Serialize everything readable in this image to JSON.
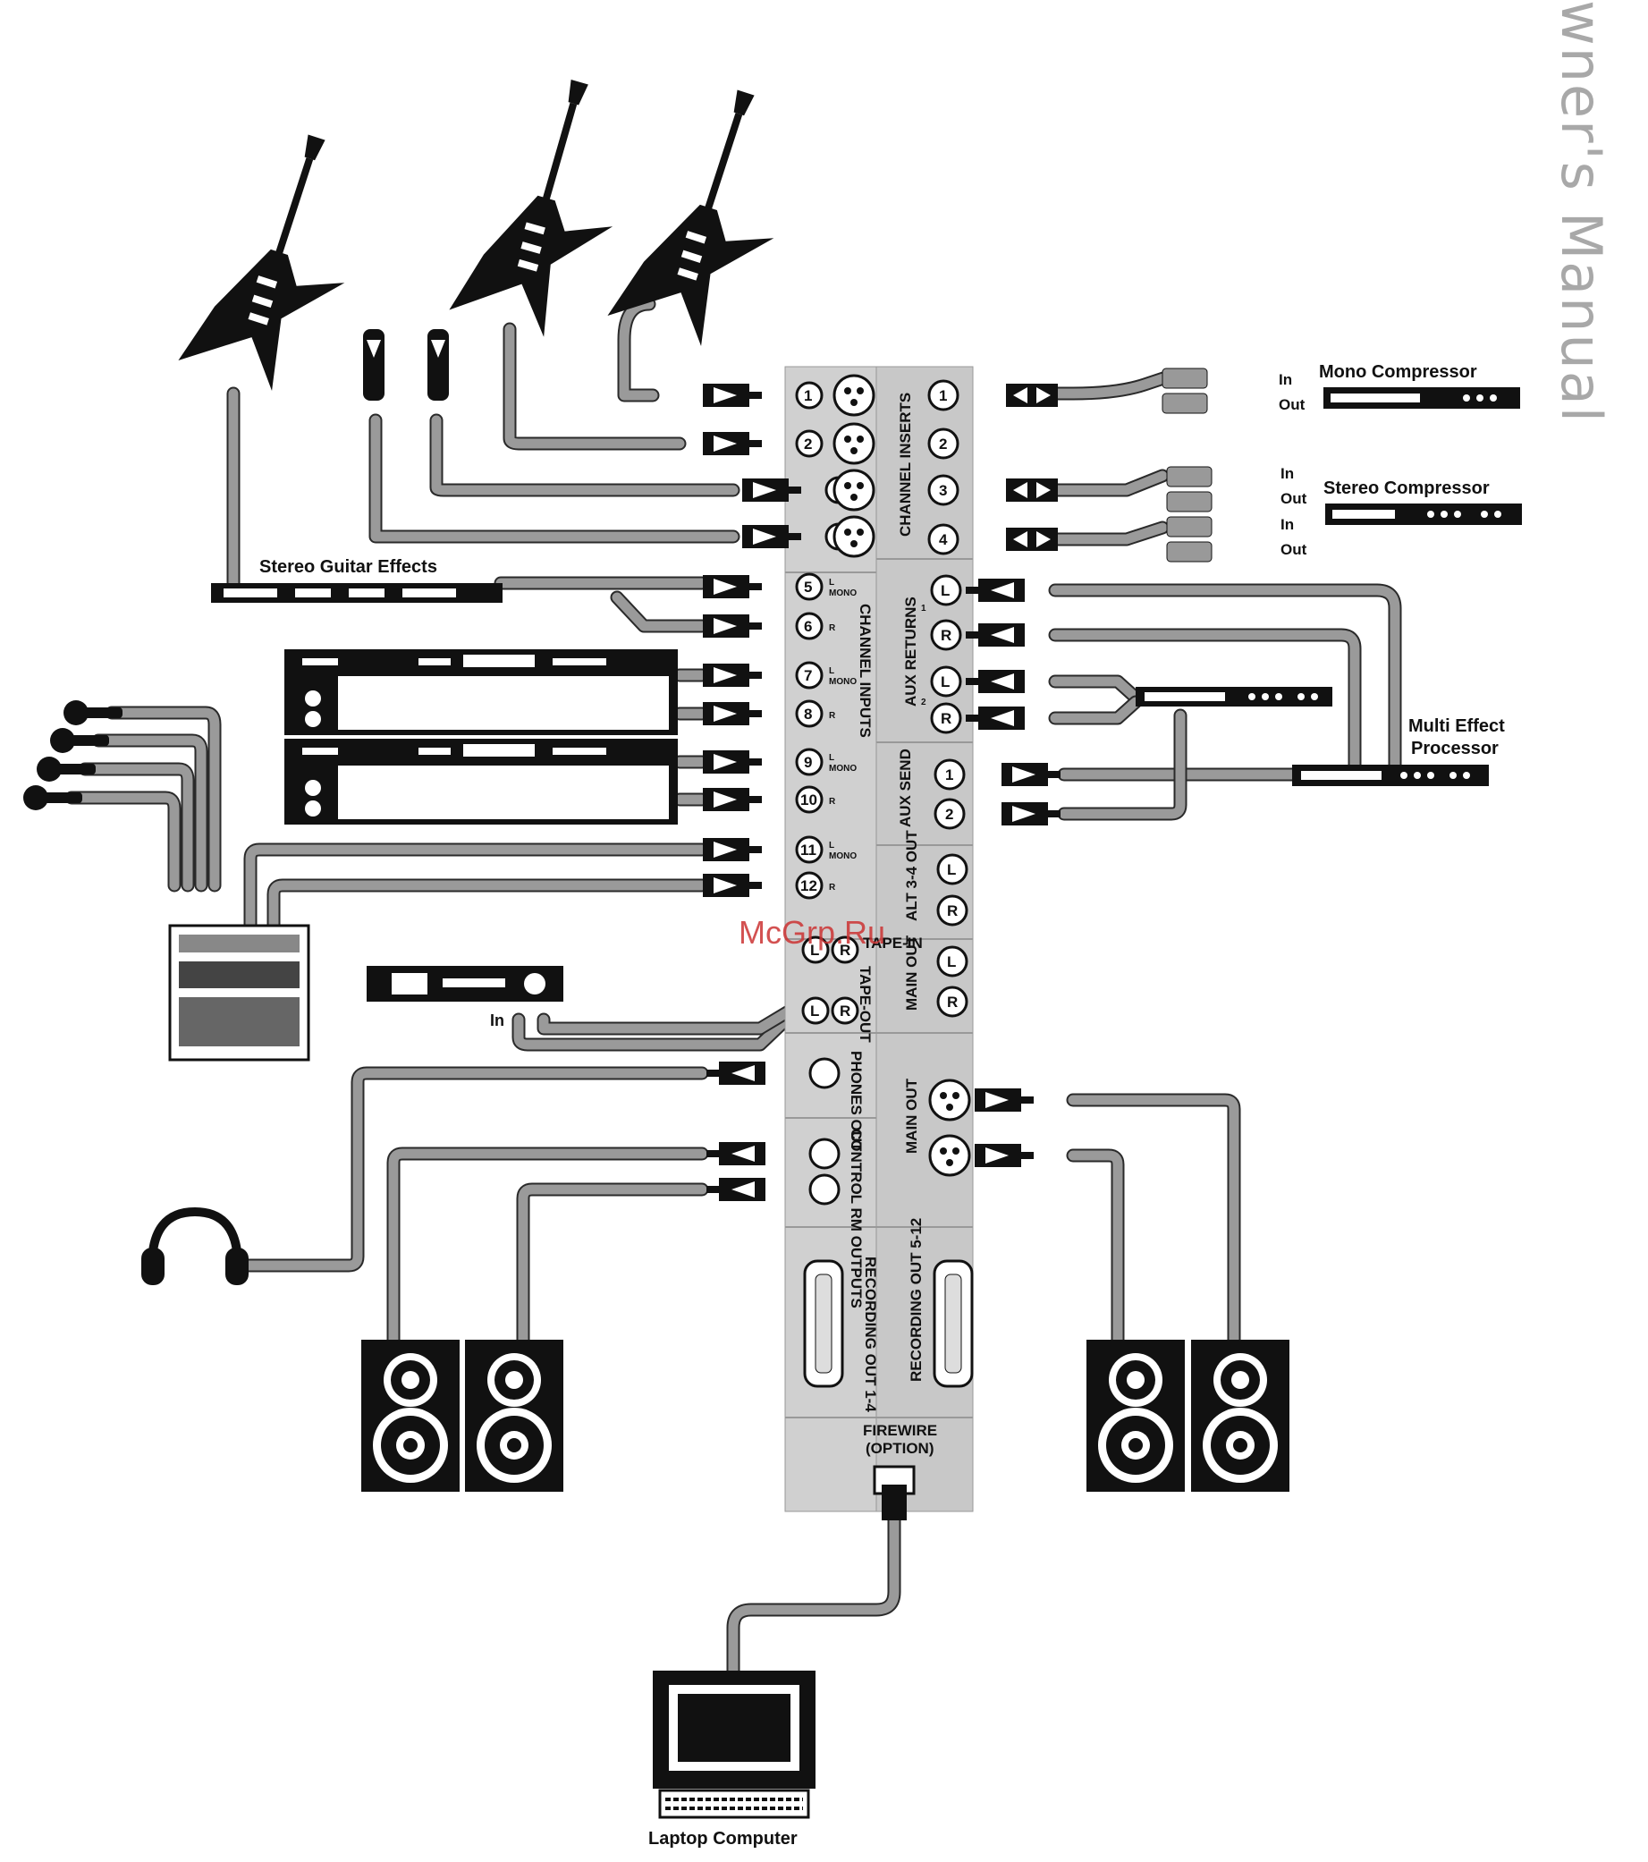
{
  "header": {
    "text": "wner's Manual"
  },
  "watermark": "McGrp.Ru",
  "panel": {
    "channel_inserts": "CHANNEL INSERTS",
    "channel_inputs": "CHANNEL  INPUTS",
    "aux_returns": "AUX RETURNS",
    "aux_return_1": "1",
    "aux_return_2": "2",
    "aux_send": "AUX SEND",
    "alt_34_out": "ALT 3-4 OUT",
    "tape_in": "TAPE-IN",
    "tape_out": "TAPE-OUT",
    "main_out_rca": "MAIN OUT",
    "phones_out": "PHONES OUT",
    "control_rm_outputs": "CONTROL RM OUTPUTS",
    "main_out_xlr": "MAIN OUT",
    "recording_out_1_4": "RECORDING OUT 1-4",
    "recording_out_5_12": "RECORDING OUT 5-12",
    "firewire": "FIREWIRE",
    "firewire_option": "(OPTION)",
    "input_jacks": [
      "1",
      "2",
      "3",
      "4",
      "5",
      "6",
      "7",
      "8",
      "9",
      "10",
      "11",
      "12"
    ],
    "insert_jacks": [
      "1",
      "2",
      "3",
      "4"
    ],
    "aux_send_jacks": [
      "1",
      "2"
    ],
    "lr": [
      "L",
      "R"
    ],
    "mono": "MONO",
    "l": "L",
    "r": "R"
  },
  "devices": {
    "mono_compressor": "Mono Compressor",
    "stereo_compressor": "Stereo Compressor",
    "stereo_guitar_effects": "Stereo Guitar Effects",
    "multi_effect_processor_line1": "Multi Effect",
    "multi_effect_processor_line2": "Processor",
    "laptop": "Laptop Computer",
    "tape_deck_in": "In",
    "in": "In",
    "out": "Out"
  }
}
